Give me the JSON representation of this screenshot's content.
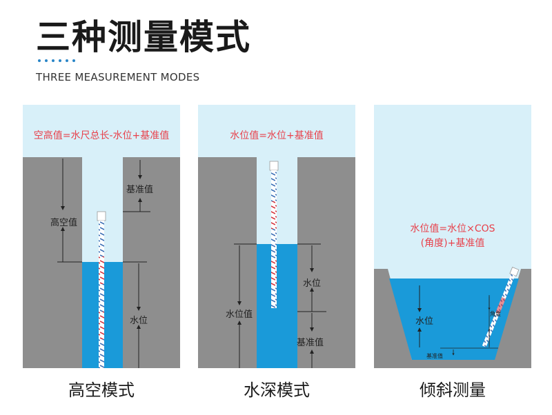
{
  "header": {
    "title": "三种测量模式",
    "subtitle": "THREE MEASUREMENT MODES"
  },
  "colors": {
    "sky": "#d8f0f9",
    "wall": "#8e8e8e",
    "water": "#1a9ad9",
    "formula_red": "#e8414b",
    "accent_dot": "#2a86c7"
  },
  "modes": [
    {
      "caption": "高空模式",
      "formula": "空高值=水尺总长-水位+基准值",
      "labels": {
        "air_height": "高空值",
        "baseline": "基准值",
        "water_level": "水位"
      }
    },
    {
      "caption": "水深模式",
      "formula": "水位值=水位+基准值",
      "labels": {
        "water_value": "水位值",
        "water_level": "水位",
        "baseline": "基准值"
      }
    },
    {
      "caption": "倾斜测量",
      "formula_line1": "水位值=水位×COS",
      "formula_line2": "(角度)+基准值",
      "labels": {
        "water_level": "水位",
        "angle": "角度",
        "baseline": "基准值"
      }
    }
  ]
}
